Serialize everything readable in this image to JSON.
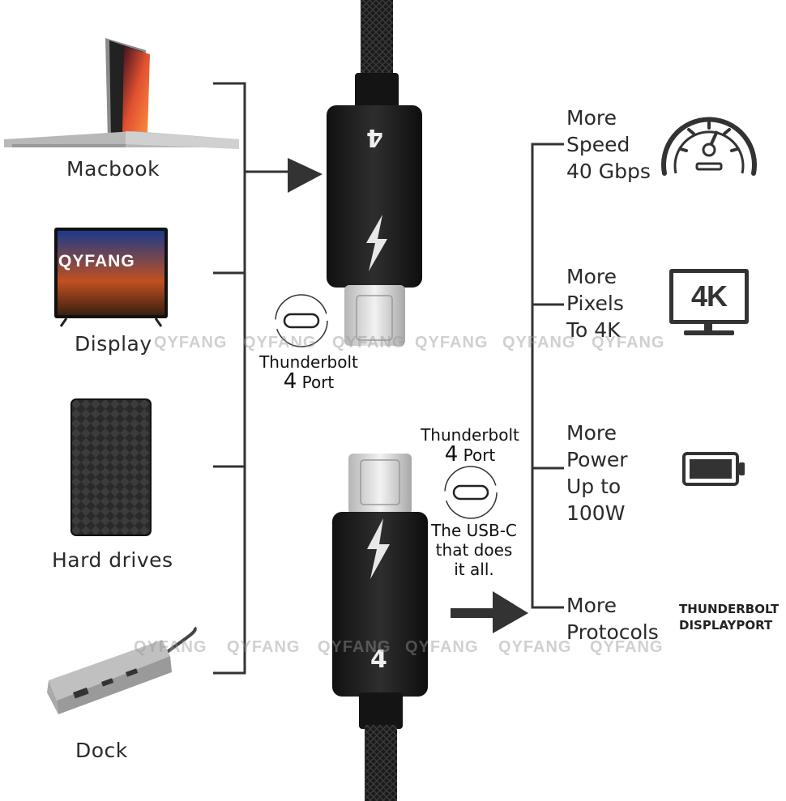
{
  "devices": [
    {
      "label": "Macbook",
      "icon": "laptop-icon"
    },
    {
      "label": "Display",
      "icon": "tv-icon"
    },
    {
      "label": "Hard drives",
      "icon": "hard-drive-icon"
    },
    {
      "label": "Dock",
      "icon": "dock-icon"
    }
  ],
  "tv_brand": "QYFANG",
  "port_top": {
    "line1": "Thunderbolt",
    "num": "4",
    "line2": "Port"
  },
  "port_bottom": {
    "line1": "Thunderbolt",
    "num": "4",
    "line2": "Port"
  },
  "usbc_caption": [
    "The USB-C",
    "that does",
    "it all."
  ],
  "connector_top_mark": "4",
  "connector_bottom_mark": "4",
  "features": [
    {
      "lines": [
        "More",
        "Speed",
        "40 Gbps"
      ],
      "icon": "speedometer-icon"
    },
    {
      "lines": [
        "More",
        "Pixels",
        "To 4K"
      ],
      "icon": "monitor-4k-icon",
      "badge": "4K"
    },
    {
      "lines": [
        "More",
        "Power",
        "Up to",
        "100W"
      ],
      "icon": "battery-icon"
    },
    {
      "lines": [
        "More",
        "Protocols"
      ],
      "icon": null
    }
  ],
  "protocols": [
    "THUNDERBOLT",
    "DISPLAYPORT"
  ],
  "watermark": "QYFANG",
  "colors": {
    "line": "#333333",
    "cable": "#1a1a1a",
    "connector_metal": "#d9d9d9",
    "arrow": "#333333"
  }
}
